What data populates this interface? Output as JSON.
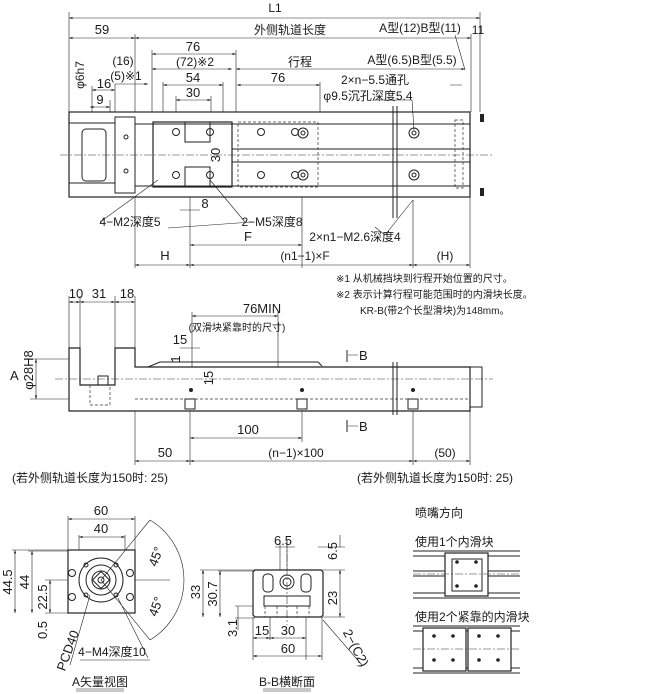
{
  "top_view": {
    "L1": "L1",
    "d59": "59",
    "outer_rail_length": "外侧轨道长度",
    "type_ab_end": "A型(12)B型(11)",
    "d11": "11",
    "d76": "76",
    "d72": "(72)※2",
    "stroke": "行程",
    "d16p": "(16)",
    "d5": "(5)※1",
    "d54": "54",
    "d76b": "76",
    "d30": "30",
    "d16": "16",
    "d9": "9",
    "shaft": "φ6h7",
    "type_ab_side": "A型(6.5)B型(5.5)",
    "through_hole": "2×n−5.5通孔",
    "counterbore": "φ9.5沉孔深度5.4",
    "d30v": "30",
    "m2": "4−M2深度5",
    "m5": "2−M5深度8",
    "d8": "8",
    "F": "F",
    "m26": "2×n1−M2.6深度4",
    "H": "H",
    "n1F": "(n1−1)×F",
    "Hp": "(H)"
  },
  "notes": {
    "note1": "※1  从机械挡块到行程开始位置的尺寸。",
    "note2": "※2  表示计算行程可能范围时的内滑块长度。",
    "note3": "KR-B(带2个长型滑块)为148mm。"
  },
  "side_view": {
    "d10": "10",
    "d31": "31",
    "d18": "18",
    "min76": "76MIN",
    "min76_note": "(双滑块紧靠时的尺寸)",
    "d15": "15",
    "d1": "1",
    "d15v": "15",
    "bore": "φ28H8",
    "view_a": "A",
    "section_b1": "B",
    "section_b2": "B",
    "d100": "100",
    "d50": "50",
    "n100": "(n−1)×100",
    "d50p": "(50)",
    "note_left": "(若外侧轨道长度为150时: 25)",
    "note_right": "(若外侧轨道长度为150时: 25)"
  },
  "view_a": {
    "d60": "60",
    "d40": "40",
    "d44_5": "44.5",
    "d44": "44",
    "d22_5": "22.5",
    "d0_5": "0.5",
    "pcd": "PCD40",
    "m4": "4−M4深度10",
    "angle1": "45°",
    "angle2": "45°",
    "caption": "A矢量视图"
  },
  "section_bb": {
    "d6_5": "6.5",
    "d33": "33",
    "d30_7": "30.7",
    "d3_1": "3.1",
    "d6_5v": "6.5",
    "d23": "23",
    "d15": "15",
    "d30": "30",
    "d60": "60",
    "chamfer": "2−(C2)",
    "caption": "B-B横断面"
  },
  "nozzle": {
    "title": "喷嘴方向",
    "one": "使用1个内滑块",
    "two": "使用2个紧靠的内滑块"
  }
}
